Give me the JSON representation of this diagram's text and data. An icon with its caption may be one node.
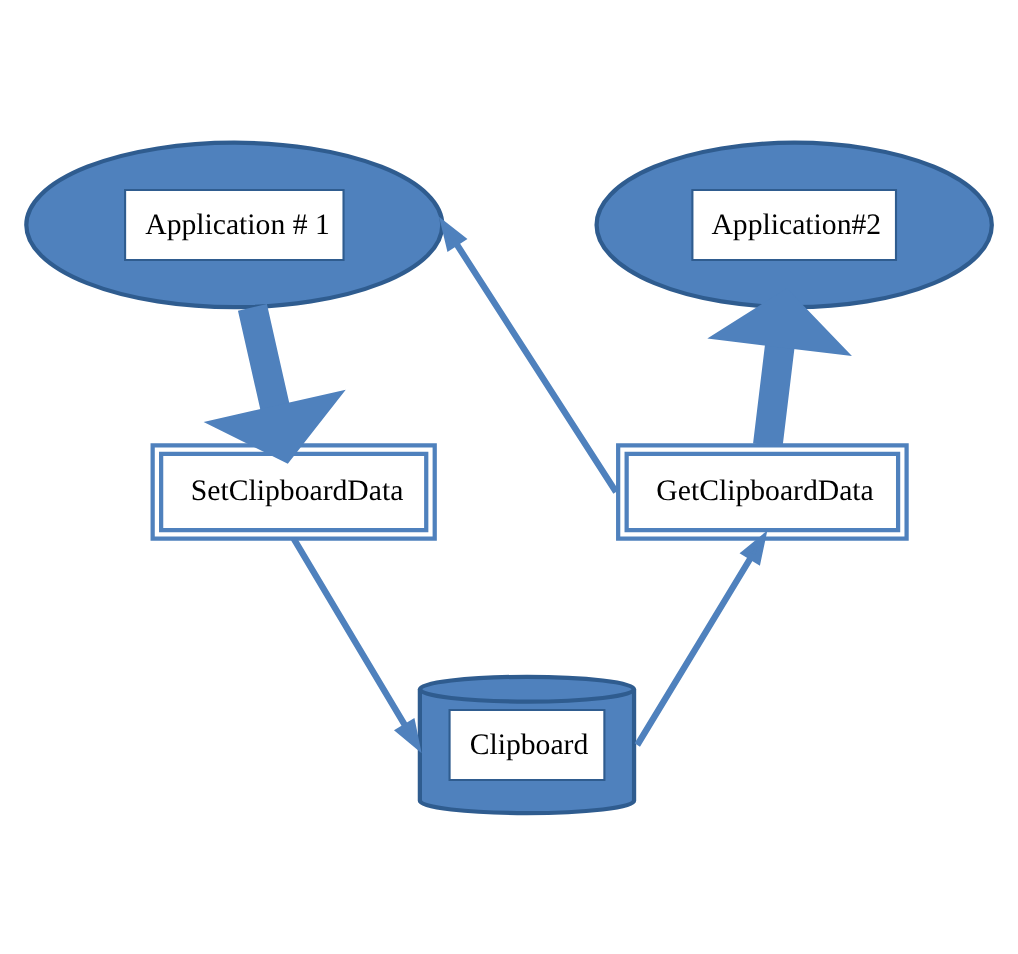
{
  "diagram": {
    "nodes": [
      {
        "text": [
          "Application # 1"
        ]
      },
      {
        "text": [
          "Application#2"
        ]
      },
      {
        "text": [
          "SetClipboardData"
        ]
      },
      {
        "text": [
          "GetClipboardData"
        ]
      },
      {
        "text": [
          "Clipboard"
        ]
      }
    ],
    "edges": [
      {
        "from": 0,
        "to": 2,
        "arrow": "to",
        "style": "thick"
      },
      {
        "from": 2,
        "to": 4,
        "arrow": "to"
      },
      {
        "from": 4,
        "to": 3,
        "arrow": "to"
      },
      {
        "from": 3,
        "to": 0,
        "arrow": "to"
      },
      {
        "from": 3,
        "to": 1,
        "arrow": "to",
        "style": "thick"
      }
    ]
  }
}
